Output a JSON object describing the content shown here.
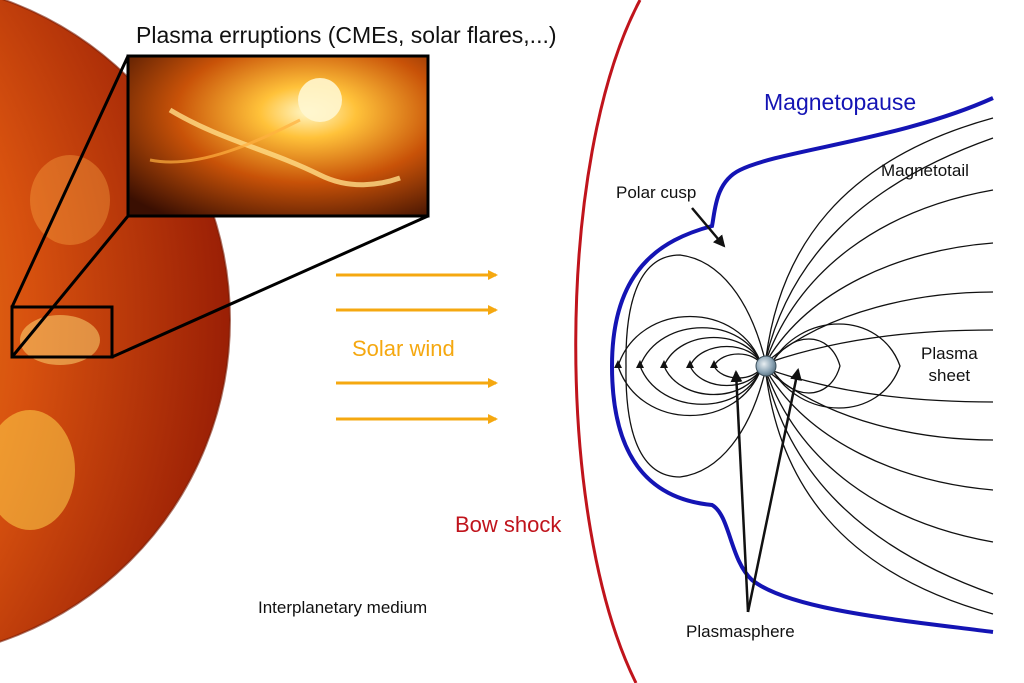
{
  "labels": {
    "eruptions": "Plasma erruptions (CMEs, solar flares,...)",
    "solar_wind": "Solar wind",
    "bow_shock": "Bow shock",
    "magnetopause": "Magnetopause",
    "polar_cusp": "Polar cusp",
    "magnetotail": "Magnetotail",
    "plasma_sheet_line1": "Plasma",
    "plasma_sheet_line2": "sheet",
    "plasmasphere": "Plasmasphere",
    "interplanetary_medium": "Interplanetary medium"
  },
  "colors": {
    "solar_wind": "#f5a810",
    "bow_shock": "#c0141c",
    "magnetopause": "#1414b4",
    "field_lines": "#111111",
    "sun_core": "#ffcc40",
    "sun_edge": "#b02a08"
  },
  "icons": {
    "sun": "sun-icon",
    "earth": "earth-icon"
  }
}
